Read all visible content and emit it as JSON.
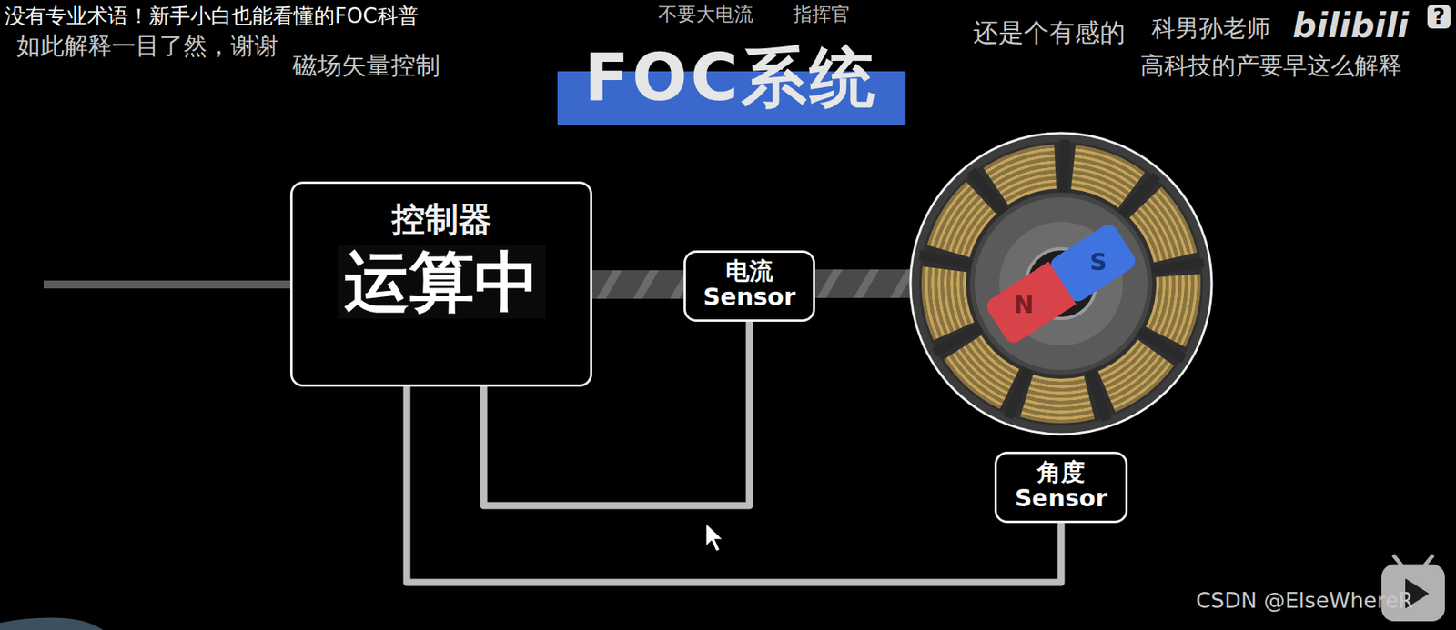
{
  "diagram": {
    "title": "FOC系统",
    "nodes": [
      {
        "text": [
          "控制器",
          "运算中"
        ]
      },
      {
        "text": [
          "电流 Sensor"
        ]
      },
      {
        "text": [
          "N",
          "S"
        ]
      },
      {
        "text": [
          "角度 Sensor"
        ]
      }
    ],
    "edges": [
      {
        "from": 0,
        "to": 1,
        "arrow": "none"
      },
      {
        "from": 1,
        "to": 2,
        "arrow": "none"
      },
      {
        "from": 1,
        "to": 0,
        "arrow": "none"
      },
      {
        "from": 3,
        "to": 0,
        "arrow": "none"
      }
    ],
    "labels": [
      "没有专业术语！新手小白也能看懂的FOC科普",
      "如此解释一目了然，谢谢",
      "磁场矢量控制",
      "不要大电流",
      "指挥官",
      "还是个有感的",
      "科男孙老师",
      "bilibili",
      "?",
      "高科技的产要早这么解释",
      "CSDN @ElseWhereR"
    ]
  }
}
